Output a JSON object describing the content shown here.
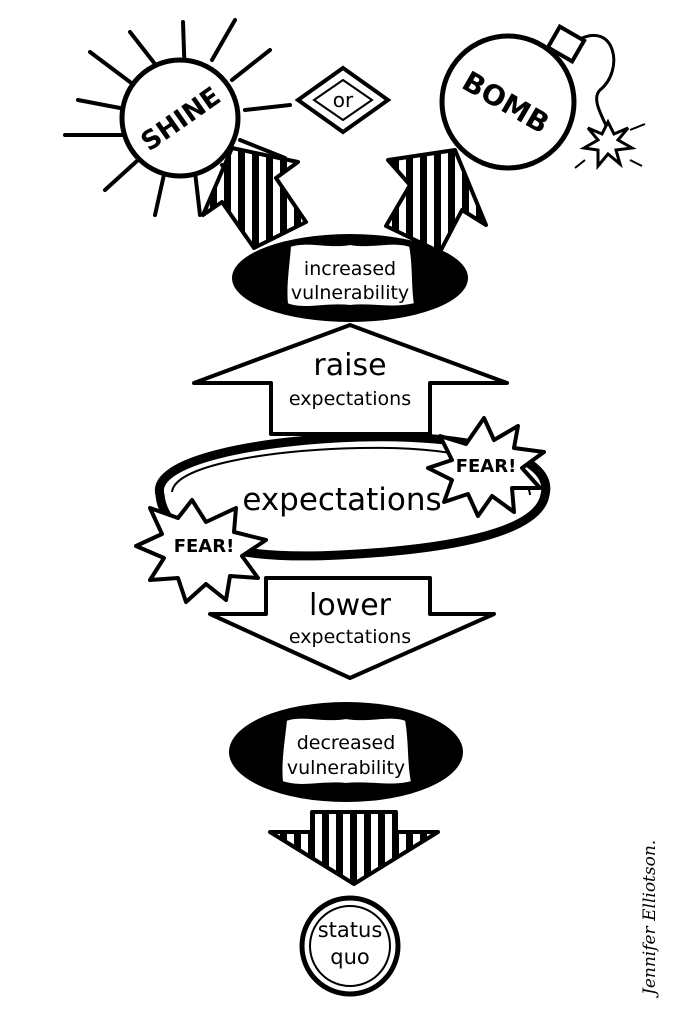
{
  "outcomes": {
    "shine": "SHINE",
    "or": "or",
    "bomb": "BOMB"
  },
  "increased": {
    "line1": "increased",
    "line2": "vulnerability"
  },
  "raise": {
    "word": "raise",
    "sub": "expectations"
  },
  "center": {
    "label": "expectations"
  },
  "fear": {
    "right": "FEAR!",
    "left": "FEAR!"
  },
  "lower": {
    "word": "lower",
    "sub": "expectations"
  },
  "decreased": {
    "line1": "decreased",
    "line2": "vulnerability"
  },
  "status": {
    "line1": "status",
    "line2": "quo"
  },
  "signature": "Jennifer Elliotson."
}
